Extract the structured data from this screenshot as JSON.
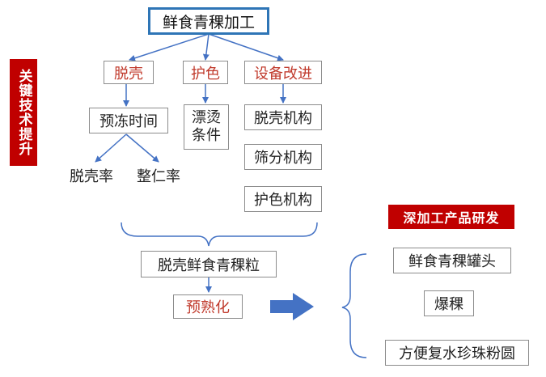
{
  "title": "鲜食青稞加工",
  "side_label": "关键技术提升",
  "branches": {
    "dehull": "脱壳",
    "color": "护色",
    "equipment": "设备改进"
  },
  "dehull_sub": {
    "precool": "预冻时间",
    "rate": "脱壳率",
    "whole": "整仁率"
  },
  "color_sub": "漂烫条件",
  "equipment_sub": [
    "脱壳机构",
    "筛分机构",
    "护色机构"
  ],
  "product": "脱壳鲜食青稞粒",
  "precook": "预熟化",
  "deep_title": "深加工产品研发",
  "deep_products": [
    "鲜食青稞罐头",
    "爆稞",
    "方便复水珍珠粉圆"
  ]
}
